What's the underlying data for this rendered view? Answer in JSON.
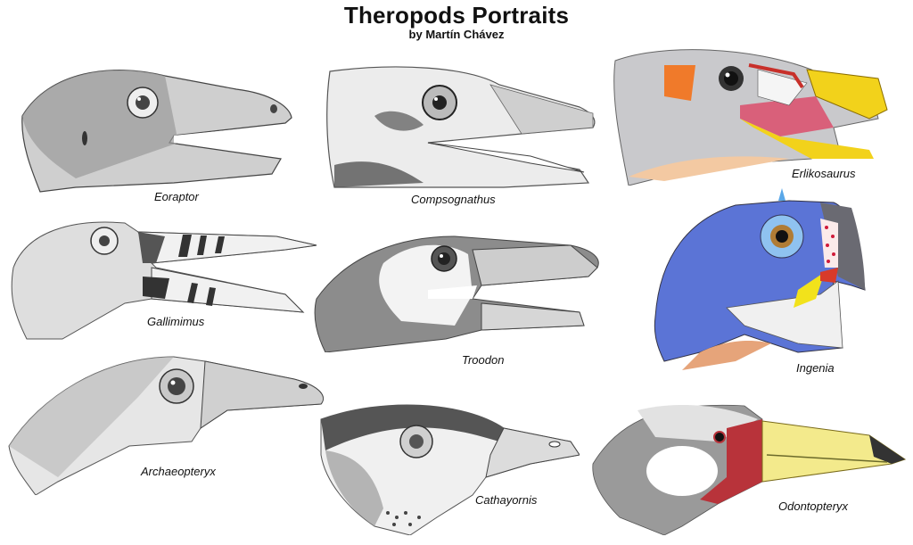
{
  "header": {
    "title": "Theropods Portraits",
    "byline": "by Martín Chávez"
  },
  "portraits": [
    {
      "name": "Eoraptor",
      "style": "pencil"
    },
    {
      "name": "Compsognathus",
      "style": "pencil"
    },
    {
      "name": "Erlikosaurus",
      "style": "color"
    },
    {
      "name": "Gallimimus",
      "style": "pencil"
    },
    {
      "name": "Troodon",
      "style": "pencil"
    },
    {
      "name": "Ingenia",
      "style": "color"
    },
    {
      "name": "Archaeopteryx",
      "style": "pencil"
    },
    {
      "name": "Cathayornis",
      "style": "pencil"
    },
    {
      "name": "Odontopteryx",
      "style": "color"
    }
  ],
  "colors": {
    "background": "#ffffff",
    "pencil_dark": "#3a3a3a",
    "pencil_mid": "#8a8a8a",
    "pencil_light": "#d9d9d9",
    "beak_yellow": "#f2d21b",
    "mouth_pink": "#d9607a",
    "orange_patch": "#f07a2a",
    "blue_plumage": "#5b74d6",
    "wattle_red": "#b8333a",
    "odonto_beak": "#f3ea8c"
  }
}
